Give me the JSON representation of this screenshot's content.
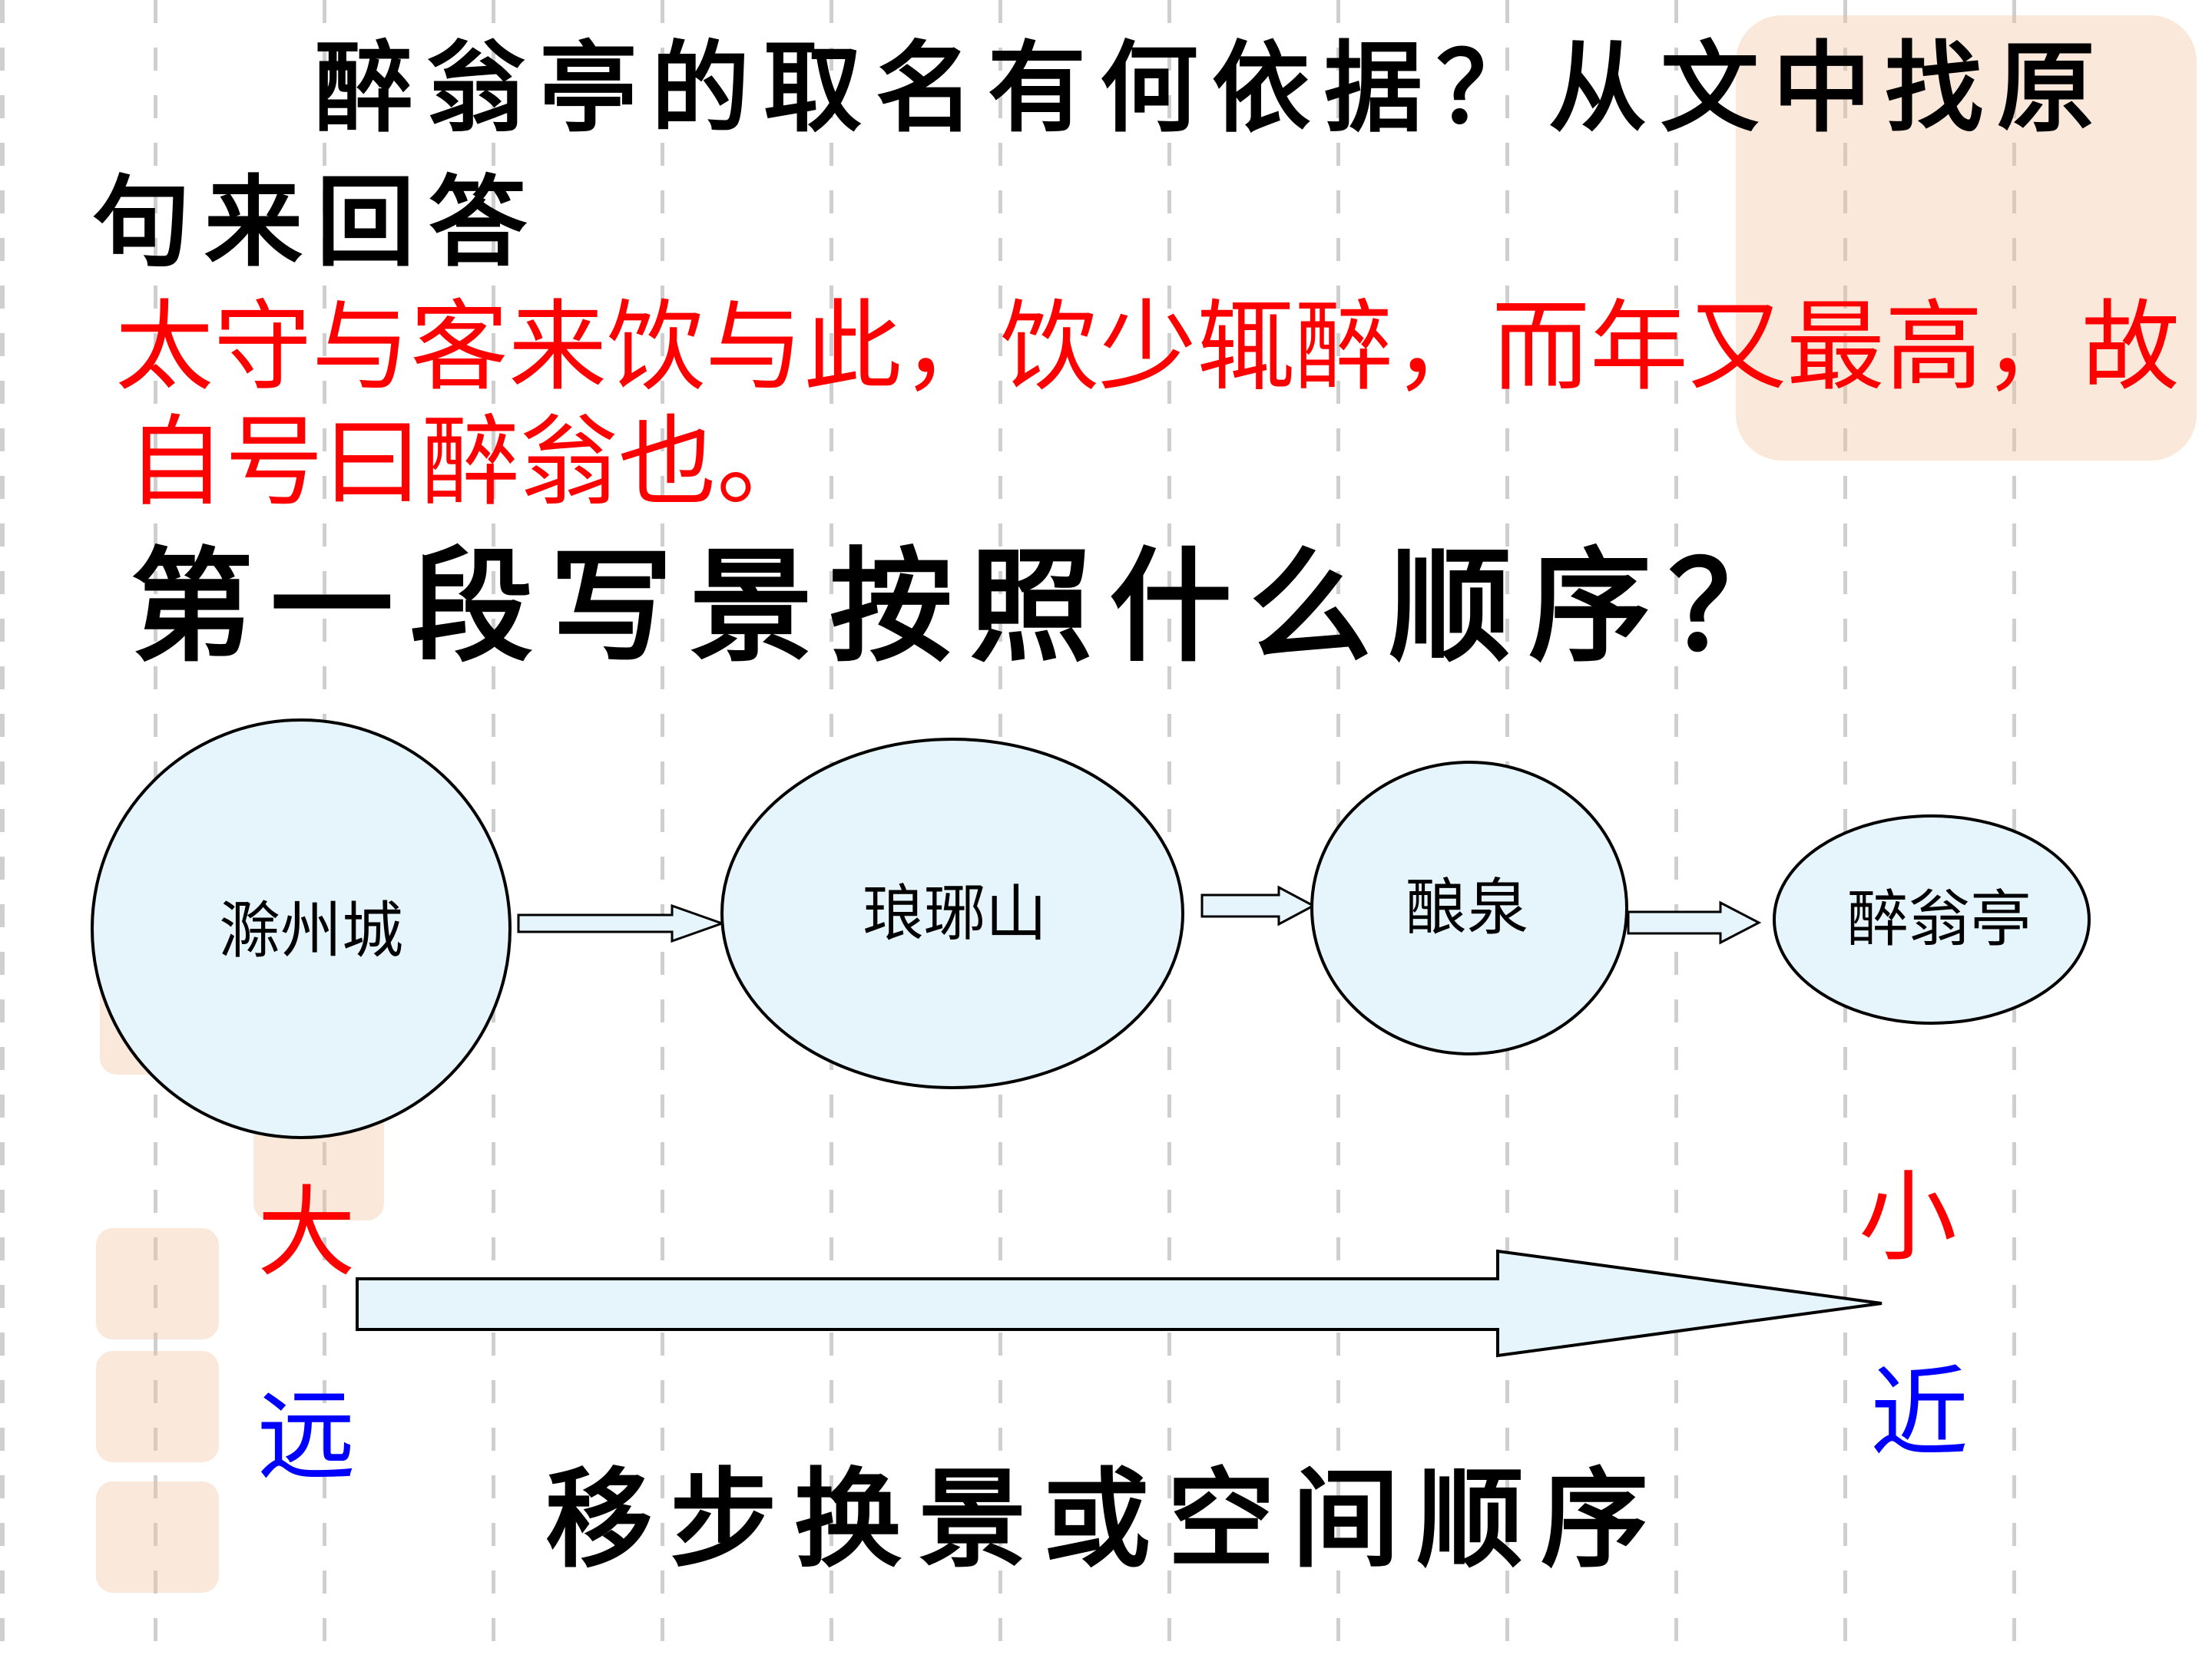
{
  "question1": {
    "line1": "醉翁亭的取名有何依据？从文中找原",
    "line2": "句来回答"
  },
  "answer1": {
    "line1": "太守与客来饮与此，饮少辄醉，而年又最高，故",
    "line2": "自号曰醉翁也。"
  },
  "question2": "第一段写景按照什么顺序？",
  "sequence": [
    {
      "label": "滁州城"
    },
    {
      "label": "琅琊山"
    },
    {
      "label": "酿泉"
    },
    {
      "label": "醉翁亭"
    }
  ],
  "scale": {
    "start_size": "大",
    "start_distance": "远",
    "end_size": "小",
    "end_distance": "近"
  },
  "conclusion": "移步换景或空间顺序",
  "colors": {
    "question_text": "#000000",
    "answer_text": "#ff0000",
    "size_label": "#ff0000",
    "distance_label": "#0000ff",
    "node_fill": "#e6f4fc",
    "node_stroke": "#000000",
    "arrow_fill": "#e6f4fc"
  }
}
